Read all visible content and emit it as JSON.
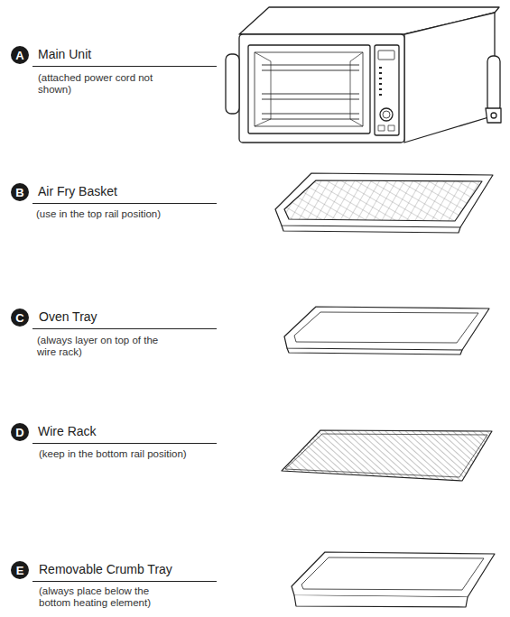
{
  "diagram": {
    "nodes": [
      {
        "text": [
          "A"
        ]
      },
      {
        "text": [
          "B"
        ]
      },
      {
        "text": [
          "C"
        ]
      },
      {
        "text": [
          "D"
        ]
      },
      {
        "text": [
          "E"
        ]
      }
    ],
    "labels": [
      "Main Unit",
      "(attached power cord not shown)",
      "Air Fry Basket",
      "(use in the top rail position)",
      "Oven Tray",
      "(always layer on top of the wire rack)",
      "Wire Rack",
      "(keep in the bottom rail position)",
      "Removable Crumb Tray",
      "(always place below the bottom heating element)"
    ]
  }
}
